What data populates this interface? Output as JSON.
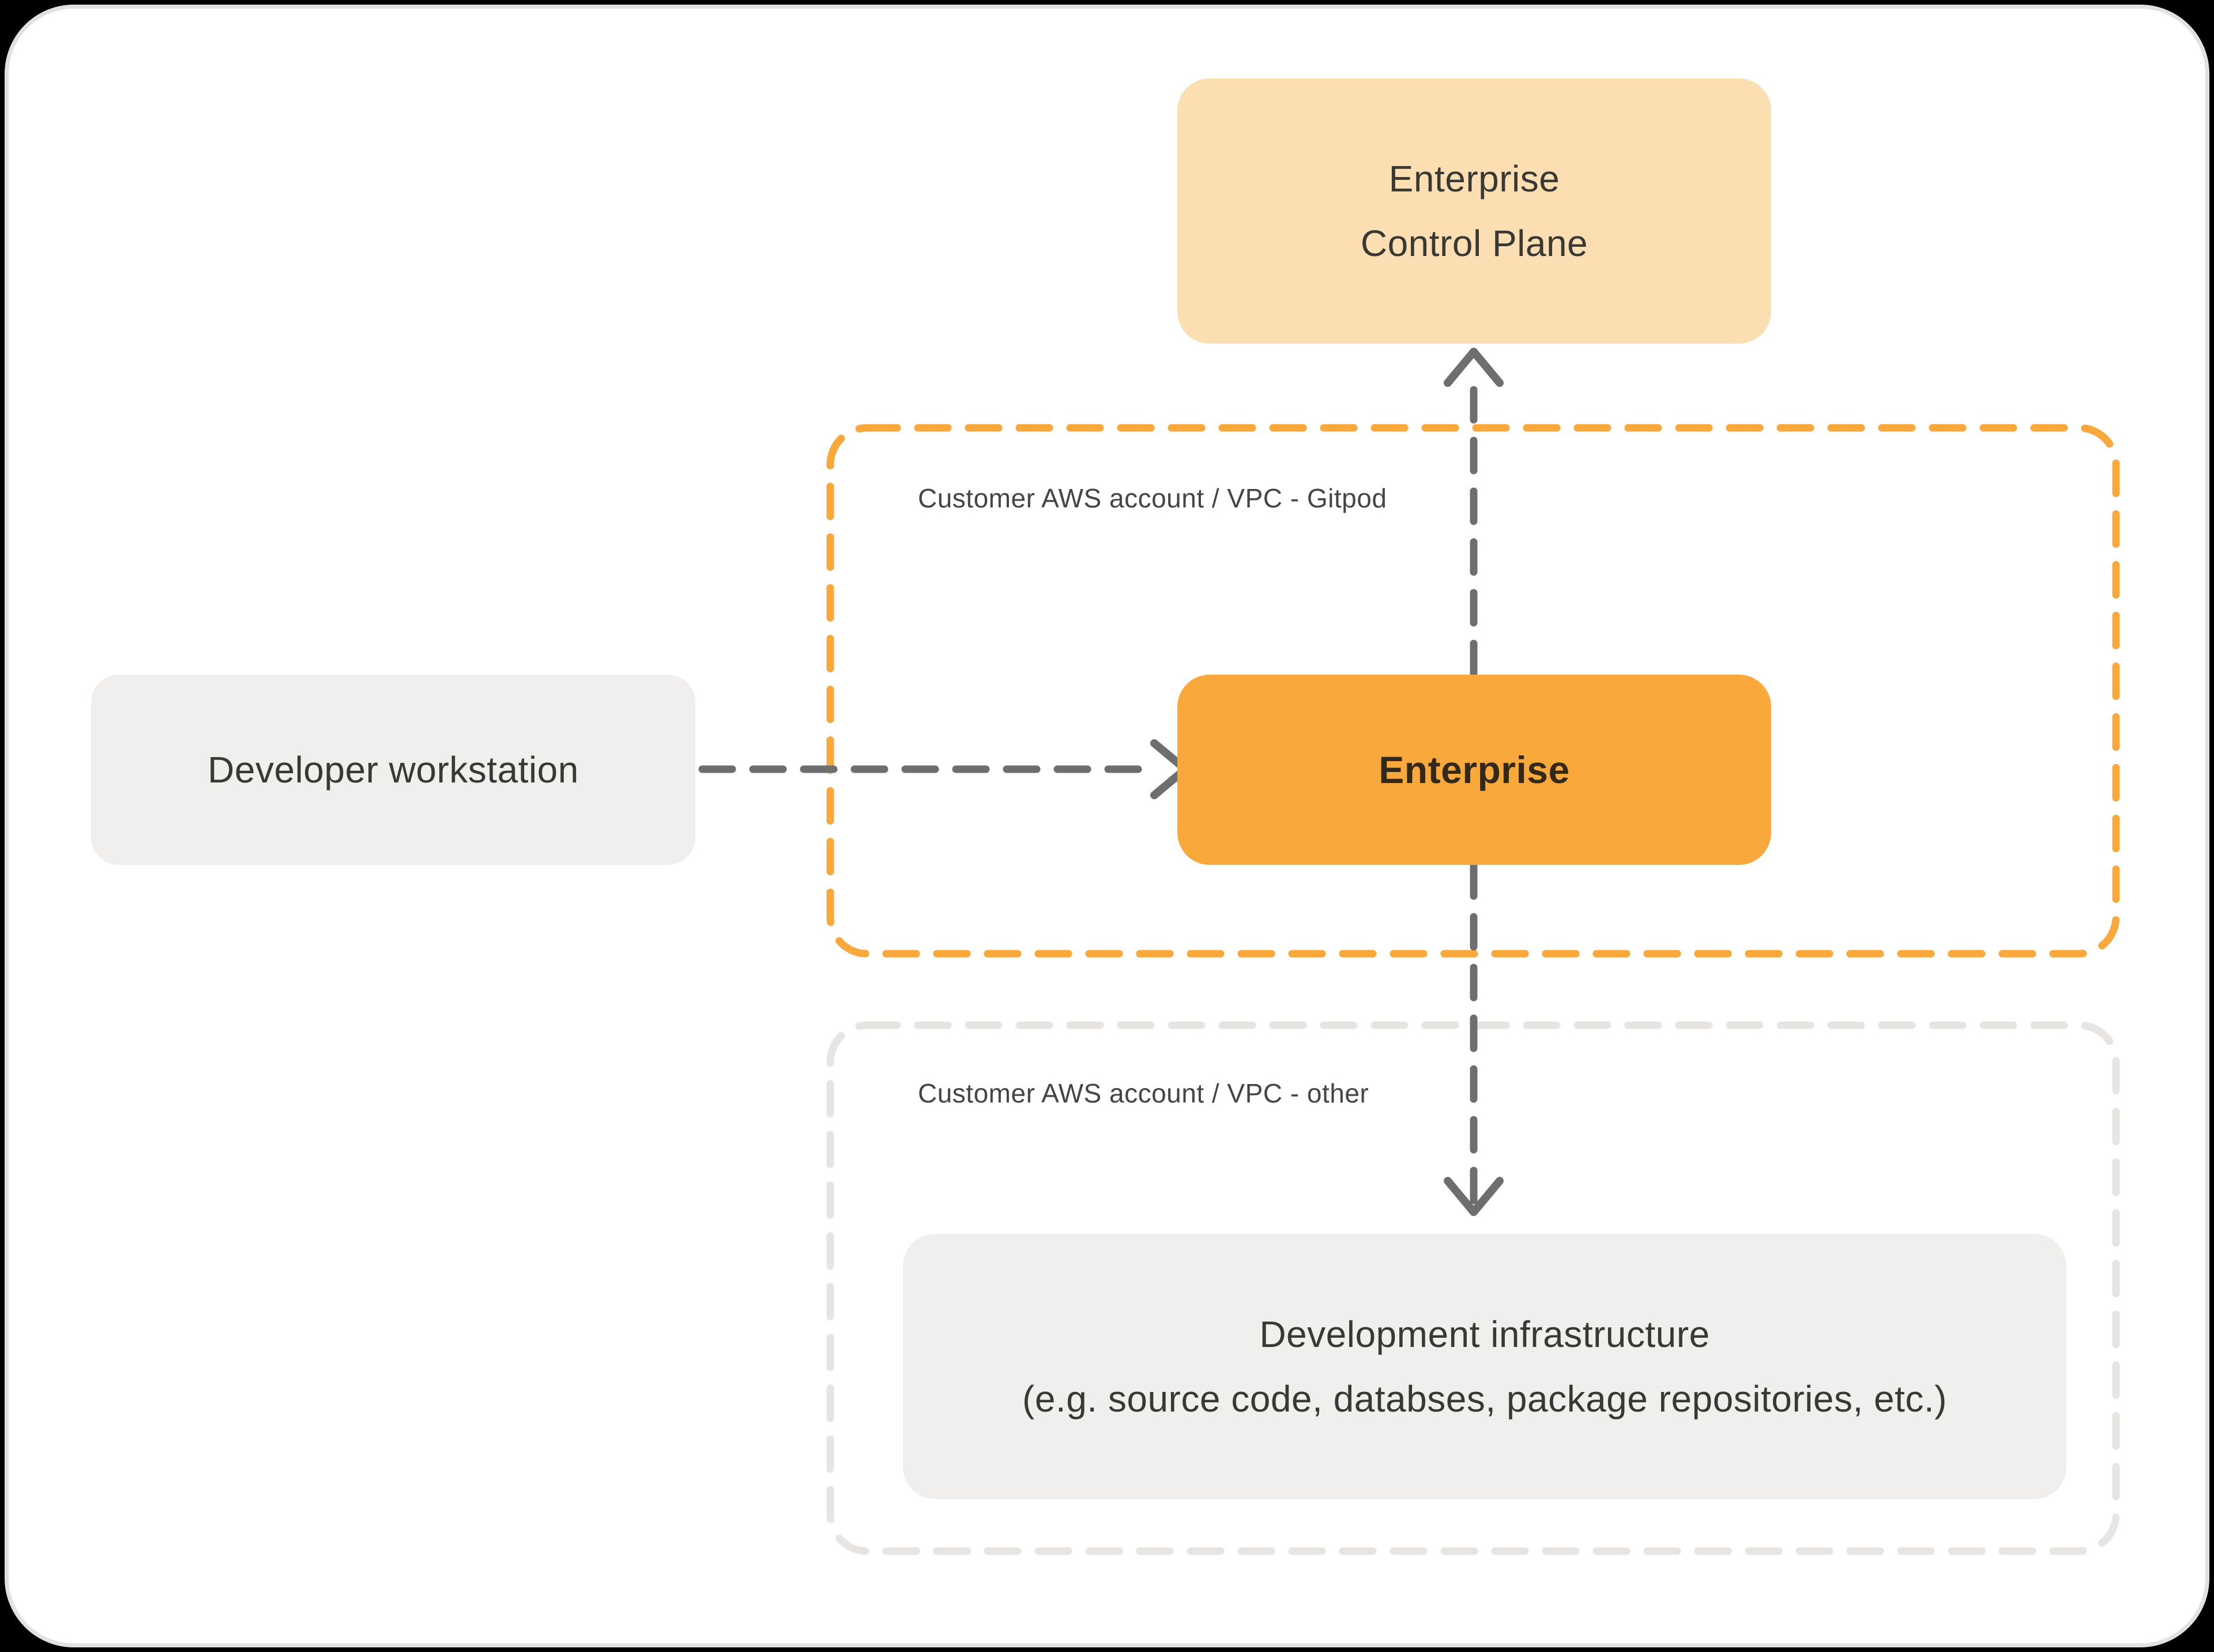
{
  "colors": {
    "outer-bg": "#000000",
    "page-bg": "#ffffff",
    "page-border": "#e1e1e1",
    "orange": "#F9A83C",
    "peach": "#FBDFB2",
    "gray-fill": "#F1EFED",
    "gray-dash": "#E7E4E1",
    "arrow": "#6E6E6E",
    "text-dark": "#3A3833",
    "text-enterprise": "#32291A",
    "label-gray": "#454545"
  },
  "boxes": {
    "control_plane": {
      "label": "Enterprise\nControl Plane"
    },
    "workstation": {
      "label": "Developer workstation"
    },
    "enterprise": {
      "label": "Enterprise"
    },
    "infrastructure": {
      "label": "Development infrastructure\n(e.g. source code, databses, package repositories, etc.)"
    }
  },
  "containers": {
    "gitpod": {
      "label": "Customer AWS account / VPC - Gitpod"
    },
    "other": {
      "label": "Customer AWS account / VPC - other"
    }
  }
}
